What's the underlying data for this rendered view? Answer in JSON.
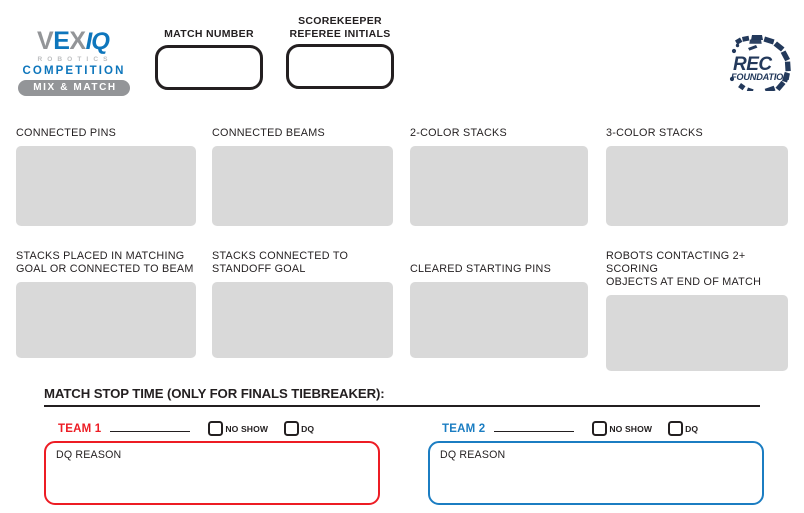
{
  "header": {
    "vex_logo": {
      "word_v": "V",
      "word_e": "E",
      "word_x": "X",
      "word_iq": "IQ",
      "robotics": "ROBOTICS",
      "competition": "COMPETITION",
      "mix_match": "MIX & MATCH"
    },
    "fields": [
      {
        "name": "match-number",
        "label": "MATCH NUMBER",
        "value": ""
      },
      {
        "name": "scorekeeper-referee-initials",
        "label": "SCOREKEEPER\nREFEREE INITIALS",
        "value": ""
      }
    ],
    "rec_logo": {
      "primary": "REC",
      "secondary": "FOUNDATION"
    }
  },
  "score_fields": [
    {
      "name": "connected-pins",
      "label": "CONNECTED PINS",
      "value": ""
    },
    {
      "name": "connected-beams",
      "label": "CONNECTED BEAMS",
      "value": ""
    },
    {
      "name": "2-color-stacks",
      "label": "2-COLOR STACKS",
      "value": ""
    },
    {
      "name": "3-color-stacks",
      "label": "3-COLOR STACKS",
      "value": ""
    },
    {
      "name": "stacks-placed-in-matching-goal",
      "label": "STACKS PLACED IN MATCHING\nGOAL OR CONNECTED TO BEAM",
      "value": ""
    },
    {
      "name": "stacks-connected-to-standoff-goal",
      "label": "STACKS CONNECTED TO\nSTANDOFF GOAL",
      "value": ""
    },
    {
      "name": "cleared-starting-pins",
      "label": "CLEARED STARTING PINS",
      "value": ""
    },
    {
      "name": "robots-contacting-scoring-objects",
      "label": "ROBOTS CONTACTING 2+ SCORING\nOBJECTS AT END OF MATCH",
      "value": ""
    }
  ],
  "match_stop_time": {
    "title": "MATCH STOP TIME (ONLY FOR FINALS TIEBREAKER):"
  },
  "teams": [
    {
      "name": "TEAM 1",
      "color": "#ED1C24",
      "team_number_value": "",
      "no_show_label": "NO SHOW",
      "dq_label": "DQ",
      "dq_reason_label": "DQ REASON",
      "dq_reason_value": ""
    },
    {
      "name": "TEAM 2",
      "color": "#1B7DC2",
      "team_number_value": "",
      "no_show_label": "NO SHOW",
      "dq_label": "DQ",
      "dq_reason_label": "DQ REASON",
      "dq_reason_value": ""
    }
  ],
  "colors": {
    "vex_blue": "#0E76BC",
    "vex_gray": "#939598",
    "field_gray": "#D9D9D9",
    "ink": "#231F20",
    "rec_navy": "#23395B"
  }
}
